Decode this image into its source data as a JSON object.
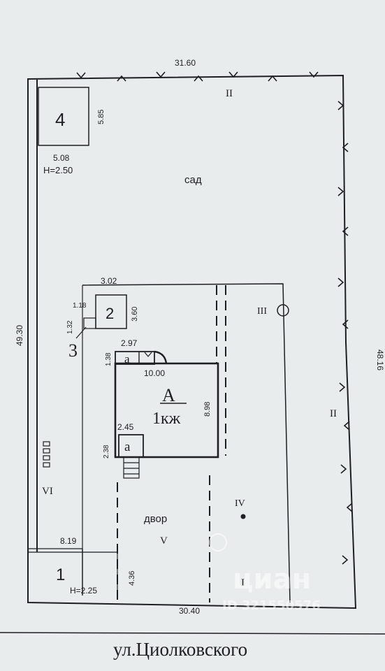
{
  "dimensions": {
    "top": "31.60",
    "right": "48.16",
    "left": "49.30",
    "bottom": "30.40",
    "b4_side": "5.85",
    "b4_width": "5.08",
    "b4_height": "H=2.50",
    "yard_top": "3.02",
    "b2_left": "1.18",
    "b2_side": "3.60",
    "b3_a": "1.32",
    "a_top": "2.97",
    "a_left_top": "1.38",
    "house_width": "10.00",
    "house_side": "8.98",
    "a_bottom": "2.45",
    "a_left_bottom": "2.38",
    "b1_width": "8.19",
    "b1_side": "4.36",
    "b1_height": "H=2.25"
  },
  "labels": {
    "garden": "сад",
    "yard": "двор",
    "house_letter": "А",
    "house_code": "1кж",
    "b1": "1",
    "b2": "2",
    "b3": "3",
    "b4": "4",
    "annex_top": "а",
    "annex_bottom": "а",
    "fence_top": "II",
    "fence_right": "II",
    "fence_bottom": "I",
    "well": "III",
    "point_iv": "IV",
    "zone_v": "V",
    "fence_vi": "VI"
  },
  "street": "ул.Циолковского",
  "watermark": {
    "brand": "циан",
    "id": "ID 321550576"
  }
}
